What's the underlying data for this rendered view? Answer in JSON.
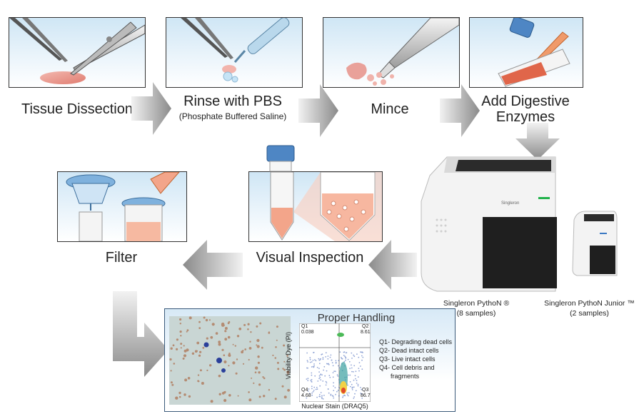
{
  "steps": {
    "dissection": "Tissue Dissection",
    "rinse": "Rinse with PBS",
    "rinse_sub": "(Phosphate Buffered Saline)",
    "mince": "Mince",
    "enzymes_1": "Add Digestive",
    "enzymes_2": "Enzymes",
    "visual": "Visual Inspection",
    "filter": "Filter"
  },
  "devices": {
    "python_name": "Singleron PythoN ®",
    "python_samples": "(8 samples)",
    "junior_name": "Singleron PythoN Junior ™",
    "junior_samples": "(2 samples)"
  },
  "result": {
    "title": "Proper Handling",
    "q1_label": "Q1",
    "q1_value": "0.038",
    "q2_label": "Q2",
    "q2_value": "8.61",
    "q3_label": "Q3",
    "q3_value": "86.7",
    "q4_label": "Q4",
    "q4_value": "4.68",
    "ylabel": "Viability Dye (PI)",
    "xlabel": "Nuclear Stain (DRAQ5)",
    "legend": [
      "Q1- Degrading dead cells",
      "Q2- Dead intact cells",
      "Q3- Live intact cells",
      "Q4- Cell debris and",
      "fragments"
    ]
  }
}
